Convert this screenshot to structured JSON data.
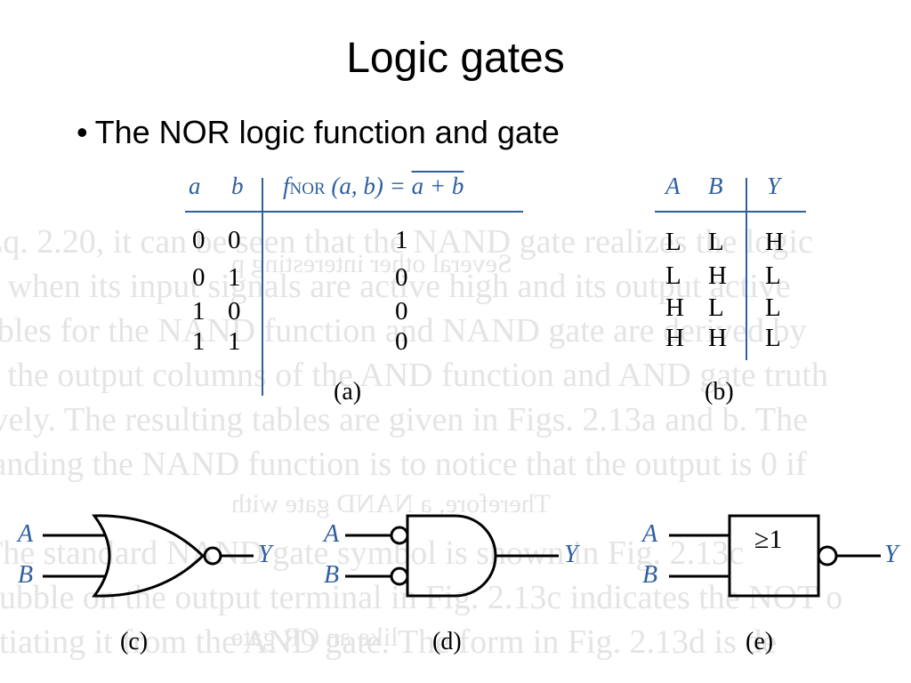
{
  "slide": {
    "title": "Logic gates",
    "bullet": "The NOR logic function and gate"
  },
  "table_a": {
    "headers": [
      "a",
      "b"
    ],
    "func_f": "f",
    "func_sub": "NOR",
    "func_args": "(a, b) = ",
    "func_expr": "a + b",
    "rows": [
      [
        "0",
        "0",
        "1"
      ],
      [
        "0",
        "1",
        "0"
      ],
      [
        "1",
        "0",
        "0"
      ],
      [
        "1",
        "1",
        "0"
      ]
    ],
    "caption": "(a)"
  },
  "table_b": {
    "headers": [
      "A",
      "B",
      "Y"
    ],
    "rows": [
      [
        "L",
        "L",
        "H"
      ],
      [
        "L",
        "H",
        "L"
      ],
      [
        "H",
        "L",
        "L"
      ],
      [
        "H",
        "H",
        "L"
      ]
    ],
    "caption": "(b)"
  },
  "gates": {
    "c": {
      "a": "A",
      "b": "B",
      "y": "Y",
      "caption": "(c)"
    },
    "d": {
      "a": "A",
      "b": "B",
      "y": "Y",
      "caption": "(d)"
    },
    "e": {
      "a": "A",
      "b": "B",
      "y": "Y",
      "symbol": "≥1",
      "caption": "(e)"
    }
  },
  "colors": {
    "accent": "#2f5f9f",
    "ink": "#000000"
  }
}
